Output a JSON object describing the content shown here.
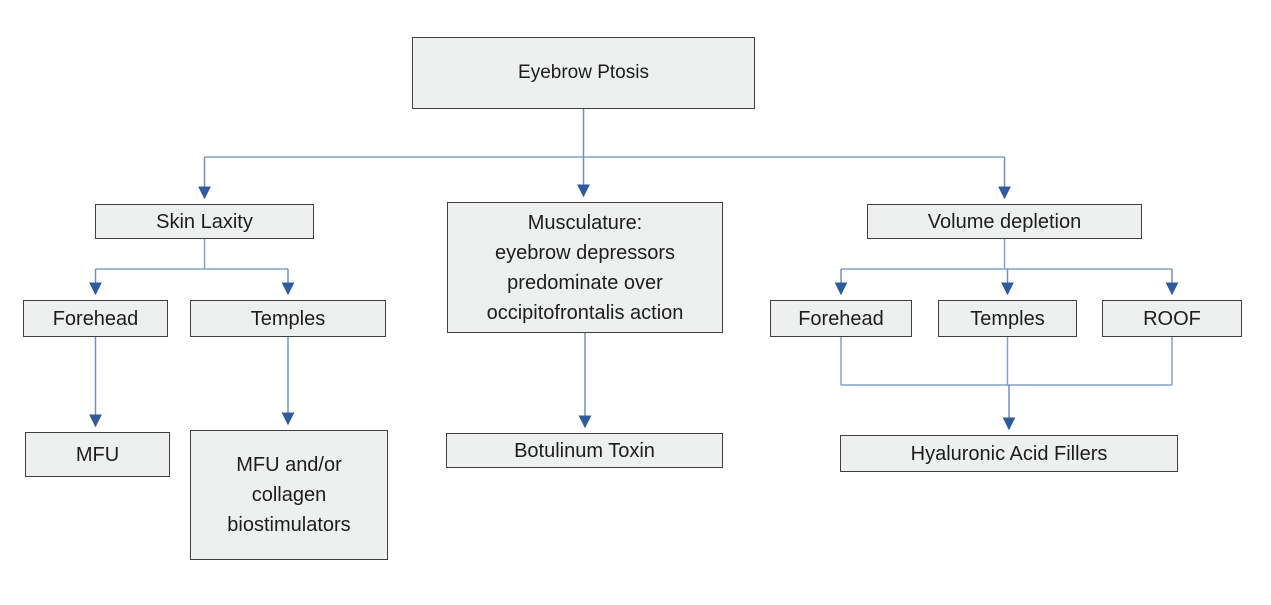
{
  "diagram": {
    "title": "Eyebrow Ptosis treatment flowchart",
    "colors": {
      "box_fill": "#eef0f0",
      "box_border": "#404040",
      "text": "#1d1d1d",
      "connector_line": "#6f92bd",
      "arrowhead": "#2f5b9d",
      "background": "#ffffff"
    },
    "nodes": {
      "root": {
        "label": "Eyebrow Ptosis"
      },
      "skin_laxity": {
        "label": "Skin Laxity"
      },
      "musculature": {
        "label": "Musculature:\neyebrow depressors\npredominate over\noccipitofrontalis action"
      },
      "volume_depletion": {
        "label": "Volume depletion"
      },
      "forehead_left": {
        "label": "Forehead"
      },
      "temples_left": {
        "label": "Temples"
      },
      "forehead_right": {
        "label": "Forehead"
      },
      "temples_right": {
        "label": "Temples"
      },
      "roof": {
        "label": "ROOF"
      },
      "mfu": {
        "label": "MFU"
      },
      "mfu_collagen": {
        "label": "MFU and/or\ncollagen\nbiostimulators"
      },
      "botulinum": {
        "label": "Botulinum Toxin"
      },
      "ha_fillers": {
        "label": "Hyaluronic Acid Fillers"
      }
    },
    "edges": [
      "root -> skin_laxity",
      "root -> musculature",
      "root -> volume_depletion",
      "skin_laxity -> forehead_left",
      "skin_laxity -> temples_left",
      "forehead_left -> mfu",
      "temples_left -> mfu_collagen",
      "musculature -> botulinum",
      "volume_depletion -> forehead_right",
      "volume_depletion -> temples_right",
      "volume_depletion -> roof",
      "forehead_right -> ha_fillers",
      "temples_right -> ha_fillers",
      "roof -> ha_fillers"
    ]
  }
}
